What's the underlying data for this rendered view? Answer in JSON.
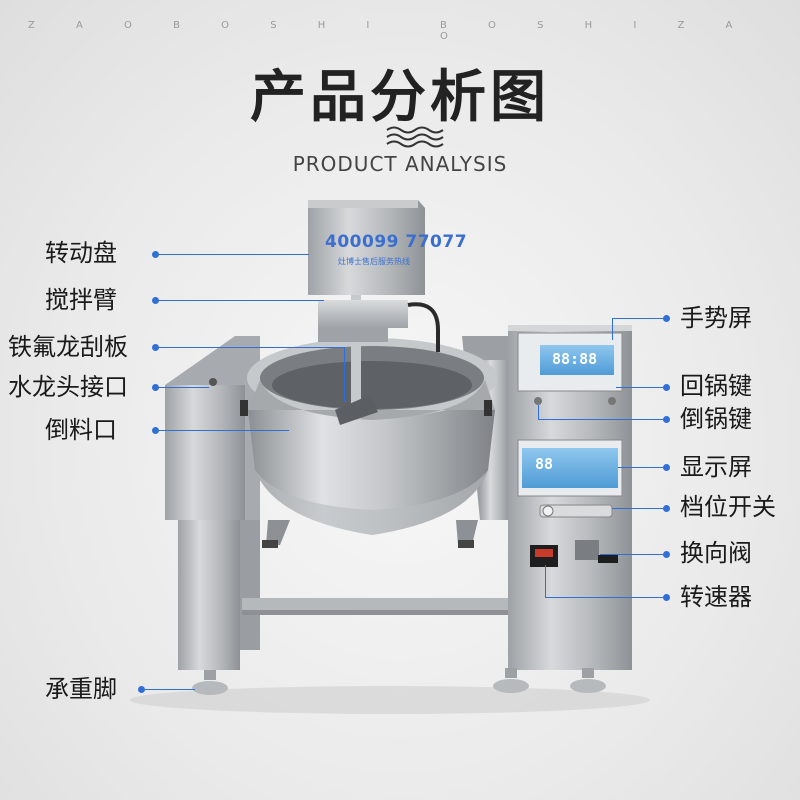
{
  "brand": {
    "left": "Z A O B O S H I",
    "right": "B O S H I Z A O"
  },
  "header": {
    "title": "产品分析图",
    "subtitle": "PRODUCT ANALYSIS"
  },
  "hotline": {
    "number": "400099 77077",
    "tagline": "灶博士售后服务热线"
  },
  "labels_left": [
    {
      "id": "rotating-disc",
      "text": "转动盘"
    },
    {
      "id": "stirring-arm",
      "text": "搅拌臂"
    },
    {
      "id": "ptfe-scraper",
      "text": "铁氟龙刮板"
    },
    {
      "id": "faucet-joint",
      "text": "水龙头接口"
    },
    {
      "id": "discharge-port",
      "text": "倒料口"
    },
    {
      "id": "support-feet",
      "text": "承重脚"
    }
  ],
  "labels_right": [
    {
      "id": "gesture-screen",
      "text": "手势屏"
    },
    {
      "id": "return-pot-key",
      "text": "回锅键"
    },
    {
      "id": "pour-pot-key",
      "text": "倒锅键"
    },
    {
      "id": "display-screen",
      "text": "显示屏"
    },
    {
      "id": "gear-switch",
      "text": "档位开关"
    },
    {
      "id": "reversing-valve",
      "text": "换向阀"
    },
    {
      "id": "speed-controller",
      "text": "转速器"
    }
  ],
  "panel": {
    "top_digits": "88:88",
    "mid_digits": "88"
  },
  "colors": {
    "accent": "#2f6fd6",
    "steel": "#b9bcbf",
    "title": "#222222"
  }
}
